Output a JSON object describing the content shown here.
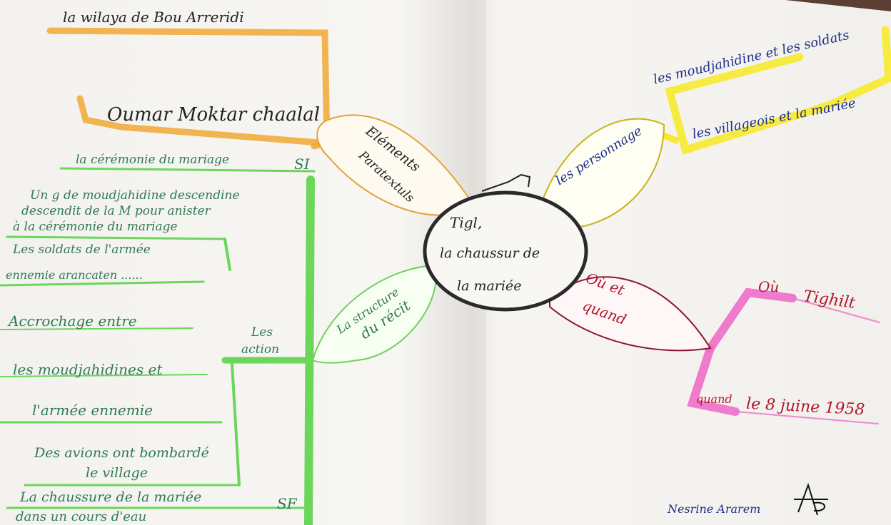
{
  "center": {
    "lines": [
      "Tigl,",
      "la chaussur de",
      "la mariée"
    ]
  },
  "branches": {
    "paratext": {
      "label_lines": [
        "Eléments",
        "Paratextuls"
      ],
      "items": [
        "la wilaya de Bou Arreridi",
        "Oumar Moktar chaalal"
      ]
    },
    "characters": {
      "label": "les personnage",
      "items": [
        "les moudjahidine et les soldats",
        "les villageois et la mariée"
      ]
    },
    "place_time": {
      "label_lines": [
        "Où et",
        "quand"
      ],
      "where": {
        "key": "Où",
        "value": "Tighilt"
      },
      "when": {
        "key": "quand",
        "value": "le 8 juine 1958"
      }
    },
    "structure": {
      "label_lines": [
        "La structure",
        "du récit"
      ],
      "si_label": "SI",
      "sf_label": "SF",
      "actions_label_lines": [
        "Les",
        "action"
      ],
      "initial": "la cérémonie du mariage",
      "event_lines": [
        "Un g de moudjahidine descendine",
        "descendit de la M pour anister",
        "à la cérémonie du mariage"
      ],
      "action_lines": [
        "Les soldats de l'armée",
        "ennemie arancaten ......",
        "Accrochage entre",
        "les moudjahidines et",
        "l'armée ennemie",
        "Des avions ont bombardé",
        "le village"
      ],
      "final_lines": [
        "La chaussure de la mariée",
        "dans un cours d'eau"
      ]
    }
  },
  "signature": "Nesrine Ararem",
  "colors": {
    "orange": "#f0a834",
    "yellow": "#f7ea2e",
    "pink": "#ee6ec8",
    "green": "#5ed34a",
    "center_ring": "#2a2a2a"
  }
}
